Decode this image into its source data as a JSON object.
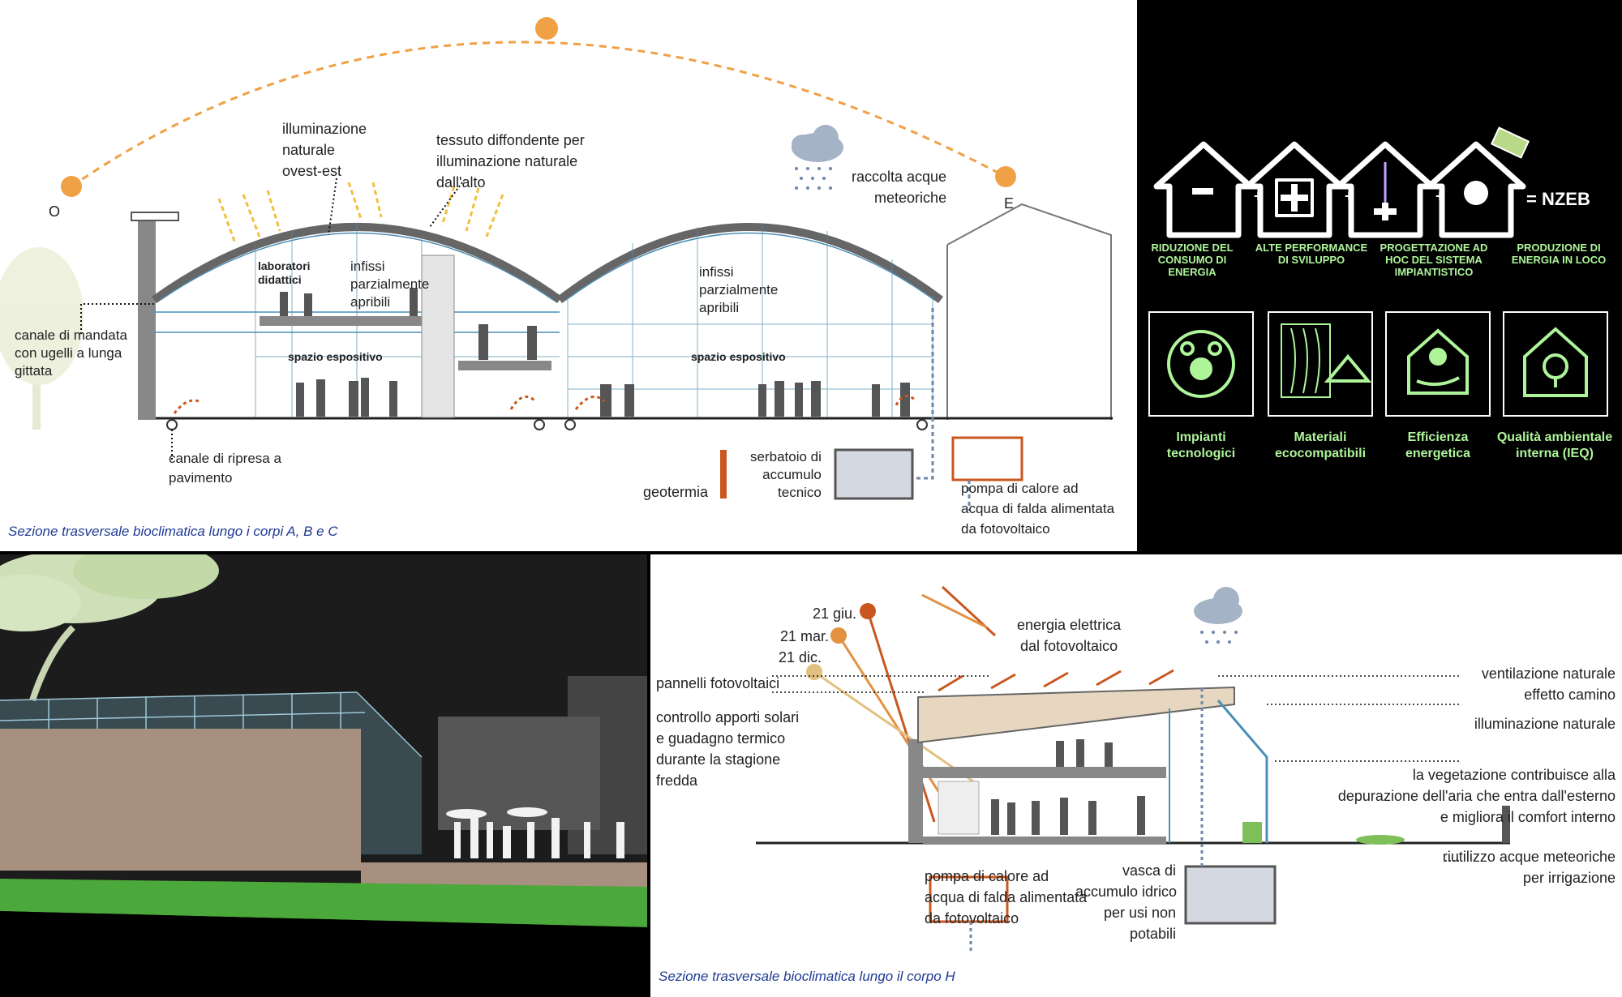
{
  "top_section": {
    "caption": "Sezione trasversale bioclimatica lungo i corpi A, B e C",
    "labels": {
      "west": "O",
      "east": "E",
      "illuminazione": "illuminazione\nnaturale\novest-est",
      "tessuto": "tessuto diffondente per\nilluminazione naturale\ndall'alto",
      "raccolta": "raccolta acque\nmeteoriche",
      "laboratori": "laboratori\ndidattici",
      "infissi1": "infissi\nparzialmente\napribili",
      "infissi2": "infissi\nparzialmente\napribili",
      "canale_mandata": "canale di mandata\ncon ugelli a lunga\ngittata",
      "spazio1": "spazio espositivo",
      "spazio2": "spazio espositivo",
      "canale_ripresa": "canale di ripresa a\npavimento",
      "geotermia": "geotermia",
      "serbatoio": "serbatoio di\naccumulo\ntecnico",
      "pompa": "pompa di calore ad\nacqua di falda alimentata\nda fotovoltaico"
    }
  },
  "nzeb_panel": {
    "operators": [
      "+",
      "+",
      "+"
    ],
    "result": "= NZEB",
    "captions": [
      "RIDUZIONE DEL CONSUMO DI ENERGIA",
      "ALTE PERFORMANCE DI SVILUPPO",
      "PROGETTAZIONE AD HOC DEL SISTEMA IMPIANTISTICO",
      "PRODUZIONE DI ENERGIA IN LOCO"
    ],
    "categories": [
      "Impianti\ntecnologici",
      "Materiali\necocompatibili",
      "Efficienza\nenergetica",
      "Qualità ambientale\ninterna (IEQ)"
    ],
    "icons": [
      "minus-house-icon",
      "plus-house-icon",
      "usb-plus-house-icon",
      "plug-house-solar-icon",
      "systems-cycle-icon",
      "wood-recycle-icon",
      "gear-hand-house-icon",
      "leaf-bulb-house-icon"
    ],
    "accent_color": "#aef59a"
  },
  "bottom_section": {
    "caption": "Sezione trasversale bioclimatica lungo il corpo H",
    "labels": {
      "giu": "21 giu.",
      "mar": "21 mar.",
      "dic": "21 dic.",
      "energia": "energia elettrica\ndal fotovoltaico",
      "pannelli": "pannelli fotovoltaici",
      "controllo": "controllo apporti solari\ne guadagno termico\ndurante la stagione\nfredda",
      "ventilazione": "ventilazione naturale\neffetto camino",
      "illuminazione": "illuminazione naturale",
      "vegetazione": "la vegetazione contribuisce alla\ndepurazione dell'aria che entra dall'esterno\ne migliora il comfort interno",
      "riutilizzo": "riutilizzo acque meteoriche\nper irrigazione",
      "pompa": "pompa di calore ad\nacqua di falda alimentata\nda fotovoltaico",
      "vasca": "vasca di\naccumulo idrico\nper usi non\npotabili"
    }
  },
  "colors": {
    "sun": "#f0a045",
    "glass": "#4a8fb5",
    "pipe": "#c9571e",
    "pump_box": "#c9571e",
    "tank": "#d4d8e0"
  }
}
